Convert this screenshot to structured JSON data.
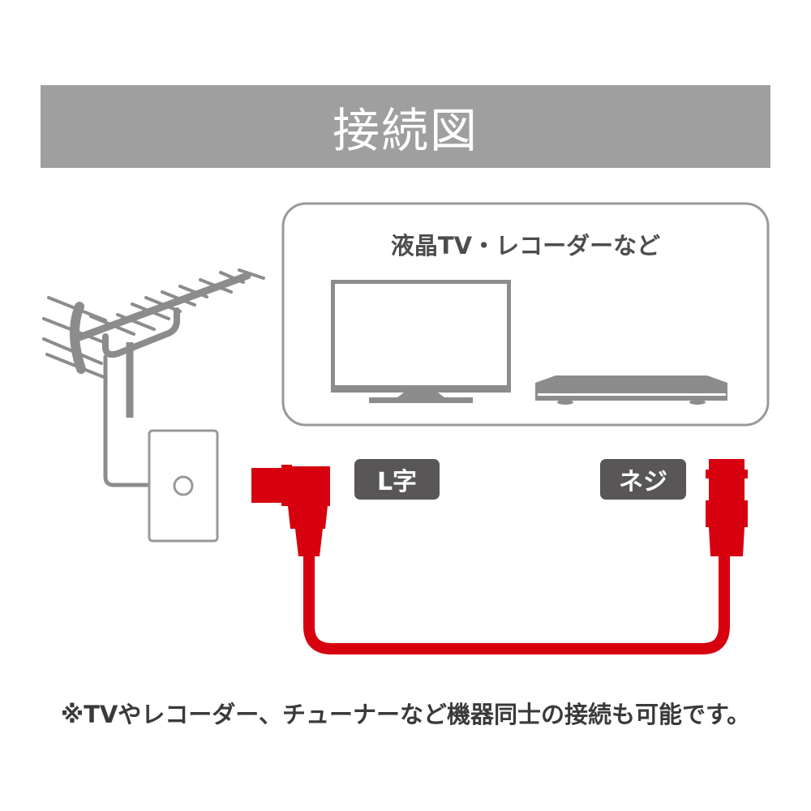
{
  "title": "接続図",
  "devices_label": "液晶TV・レコーダーなど",
  "connector_left_label": "L字",
  "connector_right_label": "ネジ",
  "note": "※TVやレコーダー、チューナーなど機器同士の接続も可能です。",
  "colors": {
    "header": "#9f9f9f",
    "cable": "#d7000f",
    "tag": "#595657",
    "line": "#8c8c8c"
  }
}
